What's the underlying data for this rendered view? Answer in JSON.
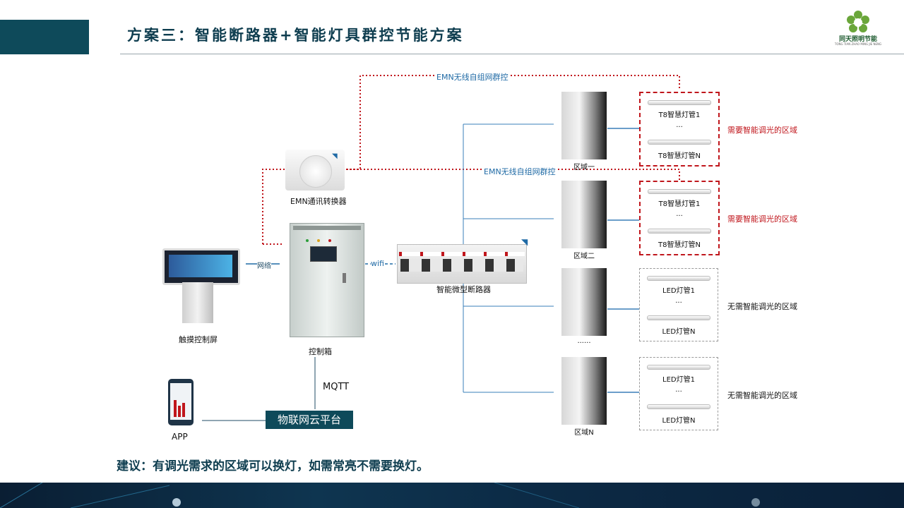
{
  "title": "方案三：智能断路器+智能灯具群控节能方案",
  "logo": {
    "text": "同天照明节能",
    "sub": "TONG TIAN ZHAO MING JIE NENG"
  },
  "labels": {
    "emn_group_top": "EMN无线自组网群控",
    "emn_group_mid": "EMN无线自组网群控",
    "emn_converter": "EMN通讯转换器",
    "network": "网络",
    "wifi": "wifi",
    "touch_screen": "触摸控制屏",
    "control_box": "控制箱",
    "micro_breaker": "智能微型断路器",
    "mqtt": "MQTT",
    "app": "APP",
    "iot_cloud": "物联网云平台"
  },
  "zones": [
    {
      "name": "区域一",
      "lamp_top": "T8智慧灯管1",
      "dots": "...",
      "lamp_bottom": "T8智慧灯管N",
      "note": "需要智能调光的区域",
      "style": "red"
    },
    {
      "name": "区域二",
      "lamp_top": "T8智慧灯管1",
      "dots": "...",
      "lamp_bottom": "T8智慧灯管N",
      "note": "需要智能调光的区域",
      "style": "red"
    },
    {
      "name": "......",
      "lamp_top": "LED灯管1",
      "dots": "...",
      "lamp_bottom": "LED灯管N",
      "note": "无需智能调光的区域",
      "style": "gray"
    },
    {
      "name": "区域N",
      "lamp_top": "LED灯管1",
      "dots": "...",
      "lamp_bottom": "LED灯管N",
      "note": "无需智能调光的区域",
      "style": "gray"
    }
  ],
  "suggestion": "建议：有调光需求的区域可以换灯，如需常亮不需要换灯。",
  "colors": {
    "accent": "#0e4a5a",
    "red": "#c0161c",
    "blue_line": "#1f6aa5"
  }
}
